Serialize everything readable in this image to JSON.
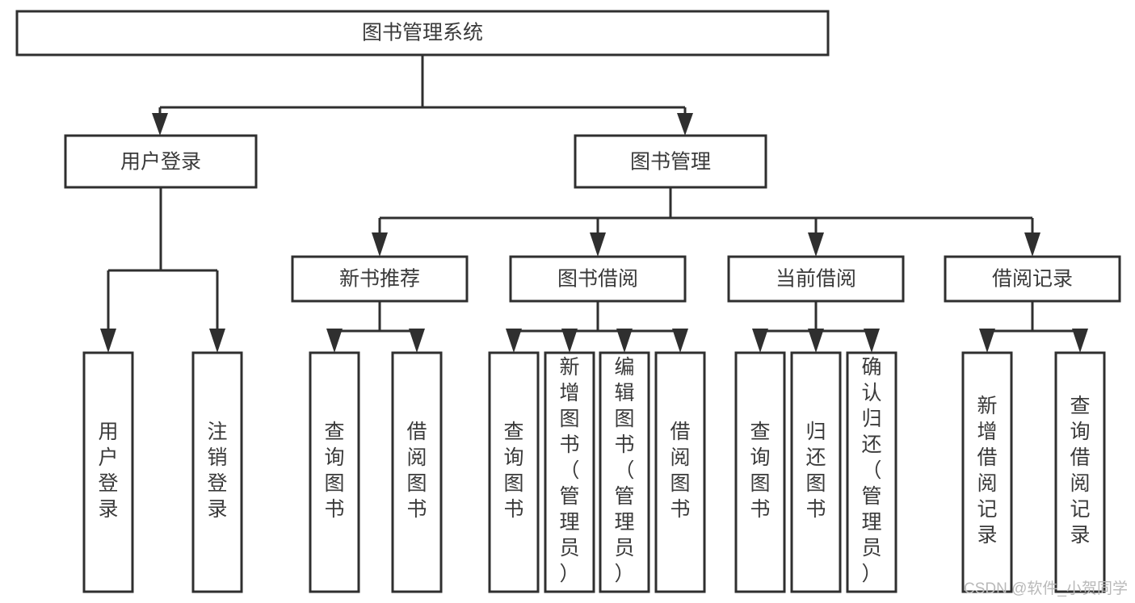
{
  "diagram": {
    "type": "tree-hierarchy-diagram",
    "title": "图书管理系统",
    "background_color": "#ffffff",
    "stroke_color": "#2f2f2f",
    "text_color": "#3a3a3a",
    "levels": {
      "root": {
        "label": "图书管理系统"
      },
      "level2": [
        {
          "id": "user-login",
          "label": "用户登录"
        },
        {
          "id": "book-management",
          "label": "图书管理"
        }
      ],
      "level3": [
        {
          "id": "new-book-recommend",
          "label": "新书推荐",
          "parent": "book-management"
        },
        {
          "id": "book-borrow",
          "label": "图书借阅",
          "parent": "book-management"
        },
        {
          "id": "current-borrow",
          "label": "当前借阅",
          "parent": "book-management"
        },
        {
          "id": "borrow-record",
          "label": "借阅记录",
          "parent": "book-management"
        }
      ],
      "leaves": {
        "user-login": [
          {
            "id": "leaf-user-login",
            "label": "用户登录"
          },
          {
            "id": "leaf-user-logout",
            "label": "注销登录"
          }
        ],
        "new-book-recommend": [
          {
            "id": "leaf-query-book-1",
            "label": "查询图书"
          },
          {
            "id": "leaf-borrow-book-1",
            "label": "借阅图书"
          }
        ],
        "book-borrow": [
          {
            "id": "leaf-query-book-2",
            "label": "查询图书"
          },
          {
            "id": "leaf-add-book",
            "label": "新增图书（管理员）"
          },
          {
            "id": "leaf-edit-book",
            "label": "编辑图书（管理员）"
          },
          {
            "id": "leaf-borrow-book-2",
            "label": "借阅图书"
          }
        ],
        "current-borrow": [
          {
            "id": "leaf-query-book-3",
            "label": "查询图书"
          },
          {
            "id": "leaf-return-book",
            "label": "归还图书"
          },
          {
            "id": "leaf-confirm-return",
            "label": "确认归还（管理员）"
          }
        ],
        "borrow-record": [
          {
            "id": "leaf-add-record",
            "label": "新增借阅记录"
          },
          {
            "id": "leaf-query-record",
            "label": "查询借阅记录"
          }
        ]
      }
    }
  },
  "watermark": {
    "text": "CSDN @软件_小贺同学"
  }
}
